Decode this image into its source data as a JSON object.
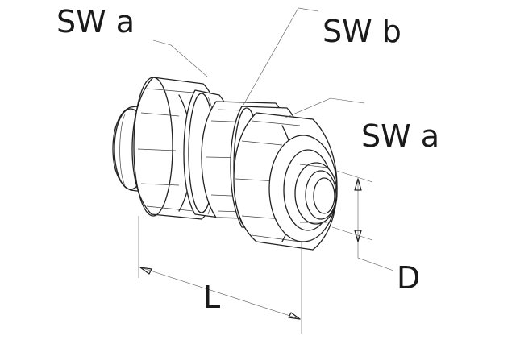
{
  "labels": {
    "sw_a_top": "SW a",
    "sw_b": "SW b",
    "sw_a_right": "SW a",
    "length": "L",
    "diameter": "D"
  },
  "colors": {
    "line": "#222222",
    "background": "#ffffff"
  }
}
